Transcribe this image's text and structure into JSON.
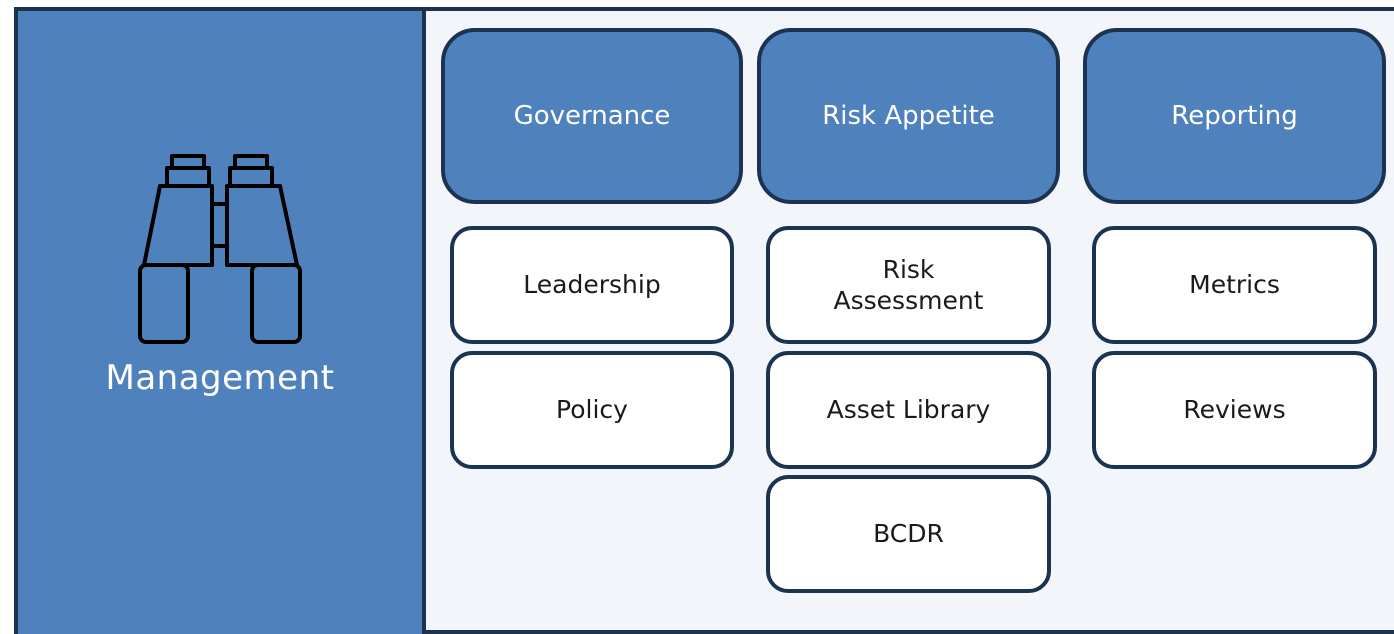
{
  "side": {
    "title": "Management",
    "icon": "binoculars-icon"
  },
  "columns": [
    {
      "header": "Governance",
      "items": [
        "Leadership",
        "Policy"
      ]
    },
    {
      "header": "Risk Appetite",
      "items": [
        {
          "line1": "Risk",
          "line2": "Assessment"
        },
        "Asset Library",
        "BCDR"
      ]
    },
    {
      "header": "Reporting",
      "items": [
        "Metrics",
        "Reviews"
      ]
    }
  ],
  "colors": {
    "header_fill": "#4f81bd",
    "border": "#1b3350",
    "background": "#f2f6fa",
    "item_fill": "#ffffff"
  }
}
